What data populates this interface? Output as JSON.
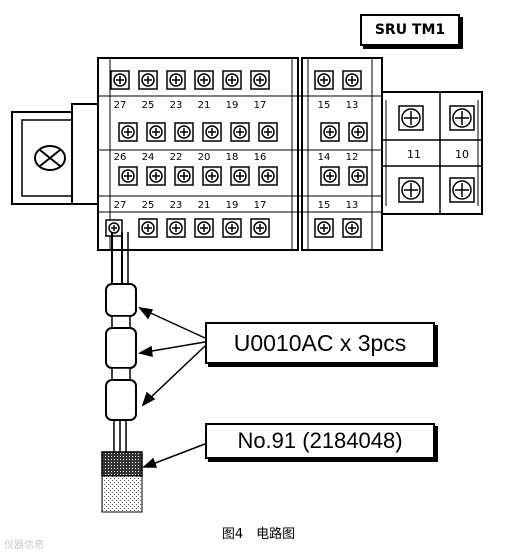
{
  "labels": {
    "module_tag": "SRU TM1",
    "sleeve_note": "U0010AC x 3pcs",
    "cable_note": "No.91 (2184048)"
  },
  "terminals": {
    "top_row_left": [
      "27",
      "25",
      "23",
      "21",
      "19",
      "17"
    ],
    "top_row_right": [
      "15",
      "13"
    ],
    "middle_row_left": [
      "26",
      "24",
      "22",
      "20",
      "18",
      "16"
    ],
    "middle_row_right": [
      "14",
      "12"
    ],
    "bottom_row_left": [
      "27",
      "25",
      "23",
      "21",
      "19",
      "17"
    ],
    "bottom_row_right": [
      "15",
      "13"
    ],
    "side_block": [
      "11",
      "10"
    ]
  },
  "caption": "图4　电路图",
  "watermark": "仪器信息"
}
